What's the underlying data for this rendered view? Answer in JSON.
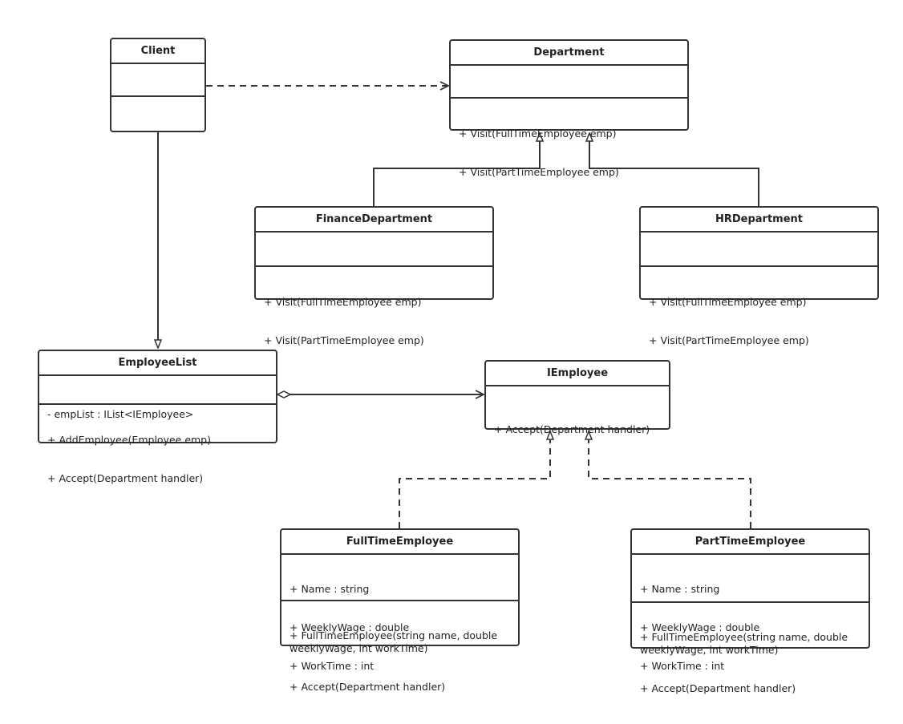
{
  "classes": {
    "client": {
      "name": "Client",
      "attributes": [],
      "methods": []
    },
    "department": {
      "name": "Department",
      "attributes": [],
      "methods": [
        "+ Visit(FullTimeEmployee emp)",
        "+ Visit(PartTimeEmployee emp)"
      ]
    },
    "finance_department": {
      "name": "FinanceDepartment",
      "attributes": [],
      "methods": [
        "+ Visit(FullTimeEmployee emp)",
        "+ Visit(PartTimeEmployee emp)"
      ]
    },
    "hr_department": {
      "name": "HRDepartment",
      "attributes": [],
      "methods": [
        "+ Visit(FullTimeEmployee emp)",
        "+ Visit(PartTimeEmployee emp)"
      ]
    },
    "employee_list": {
      "name": "EmployeeList",
      "attributes": [
        "- empList : IList<IEmployee>"
      ],
      "methods": [
        "+ AddEmployee(Employee emp)",
        "+ Accept(Department handler)"
      ]
    },
    "iemployee": {
      "name": "IEmployee",
      "methods": [
        "+ Accept(Department handler)"
      ]
    },
    "full_time_employee": {
      "name": "FullTimeEmployee",
      "attributes": [
        "+ Name : string",
        "+ WeeklyWage : double",
        "+ WorkTime : int"
      ],
      "methods": [
        "+ FullTimeEmployee(string name, double weeklyWage, int workTime)",
        "+ Accept(Department handler)"
      ]
    },
    "part_time_employee": {
      "name": "PartTimeEmployee",
      "attributes": [
        "+ Name : string",
        "+ WeeklyWage : double",
        "+ WorkTime : int"
      ],
      "methods": [
        "+ FullTimeEmployee(string name, double weeklyWage, int workTime)",
        "+ Accept(Department handler)"
      ]
    }
  },
  "relationships": [
    {
      "from": "client",
      "to": "department",
      "kind": "dependency"
    },
    {
      "from": "client",
      "to": "employee_list",
      "kind": "association"
    },
    {
      "from": "finance_department",
      "to": "department",
      "kind": "generalization"
    },
    {
      "from": "hr_department",
      "to": "department",
      "kind": "generalization"
    },
    {
      "from": "employee_list",
      "to": "iemployee",
      "kind": "aggregation"
    },
    {
      "from": "full_time_employee",
      "to": "iemployee",
      "kind": "realization"
    },
    {
      "from": "part_time_employee",
      "to": "iemployee",
      "kind": "realization"
    }
  ],
  "colors": {
    "line": "#333333",
    "background": "#ffffff"
  }
}
